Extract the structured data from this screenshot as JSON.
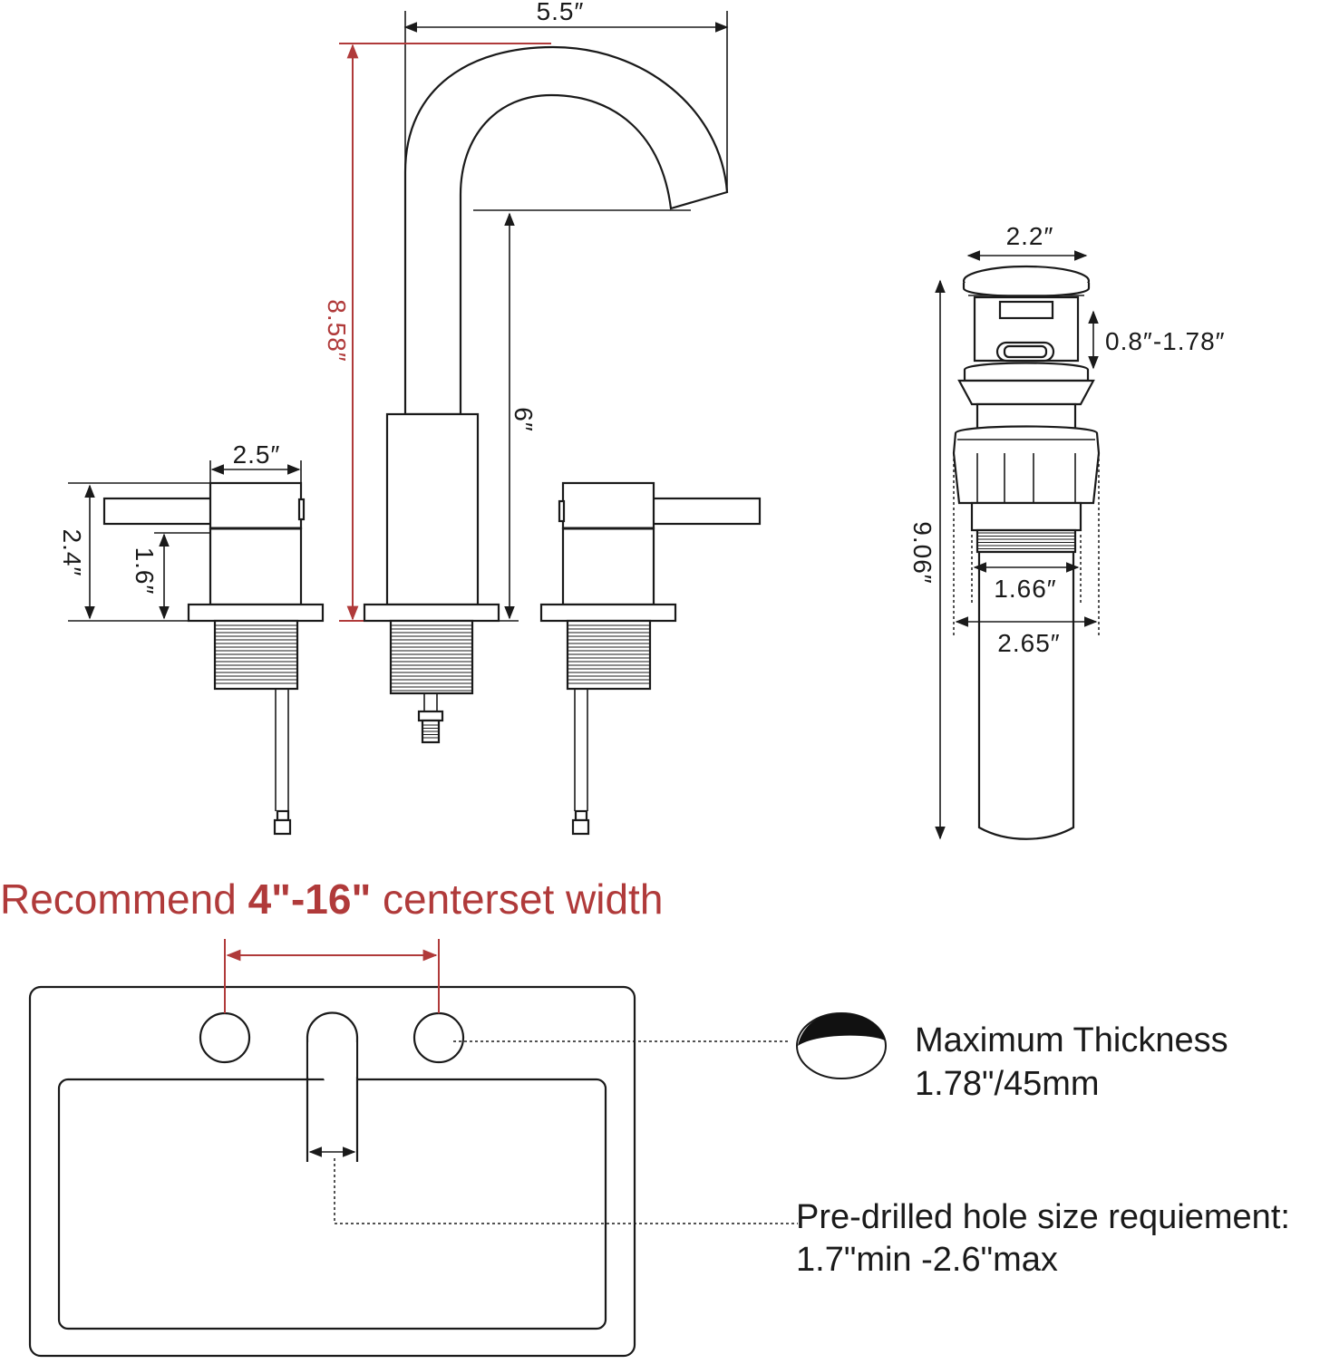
{
  "faucet": {
    "spout_reach": "5.5″",
    "total_height": "8.58″",
    "spout_height": "6″",
    "handle_width": "2.5″",
    "handle_height": "2.4″",
    "handle_base_height": "1.6″"
  },
  "drain": {
    "top_diameter": "2.2″",
    "pop_up_range": "0.8″-1.78″",
    "total_length": "9.06″",
    "thread_diameter": "1.66″",
    "flange_diameter": "2.65″"
  },
  "recommend": {
    "prefix": "Recommend ",
    "range": "4\"-16\"",
    "suffix": " centerset width"
  },
  "thickness": {
    "label": "Maximum Thickness",
    "value": "1.78\"/45mm"
  },
  "hole": {
    "label": "Pre-drilled hole size requiement:",
    "value": "1.7\"min -2.6\"max"
  },
  "colors": {
    "accent": "#b03a3a",
    "line": "#1a1a1a"
  }
}
